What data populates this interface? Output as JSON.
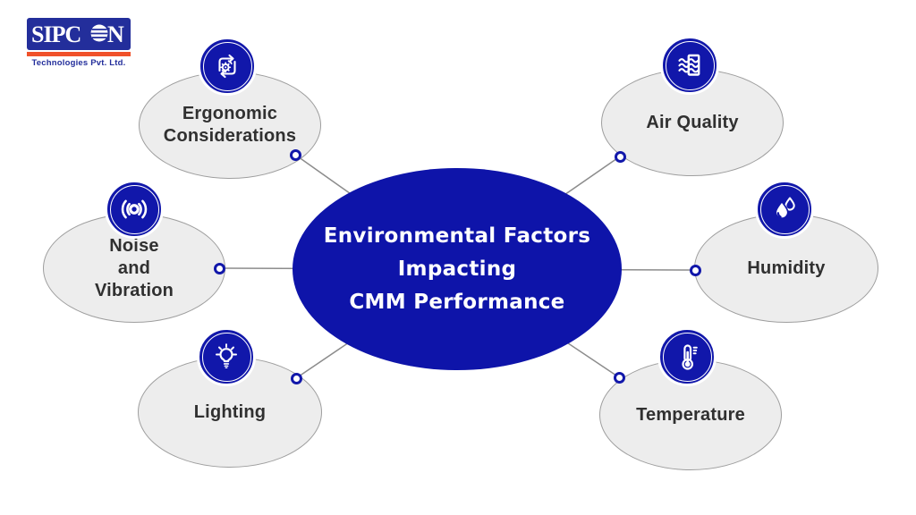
{
  "logo": {
    "brand": "SIPCON",
    "brand_part1": "SIPC",
    "brand_part2": "N",
    "tagline": "Technologies Pvt. Ltd."
  },
  "center": {
    "lines": [
      "Environmental Factors",
      "Impacting",
      "CMM Performance"
    ]
  },
  "factors": {
    "ergonomic": {
      "lines": [
        "Ergonomic",
        "Considerations"
      ],
      "icon": "automation-cycle-gear-icon"
    },
    "noise": {
      "lines": [
        "Noise",
        "and",
        "Vibration"
      ],
      "icon": "sound-vibration-icon"
    },
    "lighting": {
      "lines": [
        "Lighting"
      ],
      "icon": "light-bulb-icon"
    },
    "air_quality": {
      "lines": [
        "Air Quality"
      ],
      "icon": "air-filter-icon"
    },
    "humidity": {
      "lines": [
        "Humidity"
      ],
      "icon": "water-drops-icon"
    },
    "temperature": {
      "lines": [
        "Temperature"
      ],
      "icon": "thermometer-icon"
    }
  },
  "colors": {
    "primary_blue": "#0E14A9",
    "badge_blue": "#1117AA",
    "ellipse_fill": "#EDEDED",
    "ellipse_border": "#9E9E9E",
    "connector_gray": "#8C8C8C",
    "logo_blue": "#232E9B",
    "logo_orange": "#F0512A",
    "text_dark": "#303030"
  }
}
